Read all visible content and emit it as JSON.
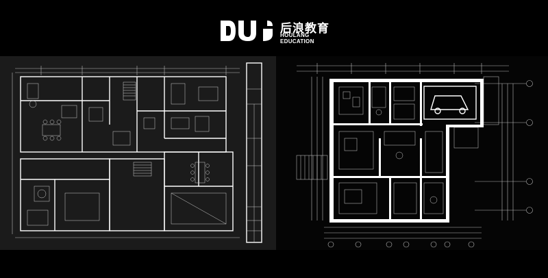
{
  "brand": {
    "name_cn": "后浪教育",
    "name_en_line1": "HOULANG",
    "name_en_line2": "EDUCATION",
    "logo_icon": "houlang-logo-icon"
  },
  "drawings": [
    {
      "name": "left-floor-plan",
      "style": "white lines on dark gray"
    },
    {
      "name": "right-floor-plan",
      "style": "white lines on black"
    }
  ],
  "colors": {
    "background": "#000000",
    "left_panel": "#1b1b1b",
    "line": "#ffffff"
  }
}
